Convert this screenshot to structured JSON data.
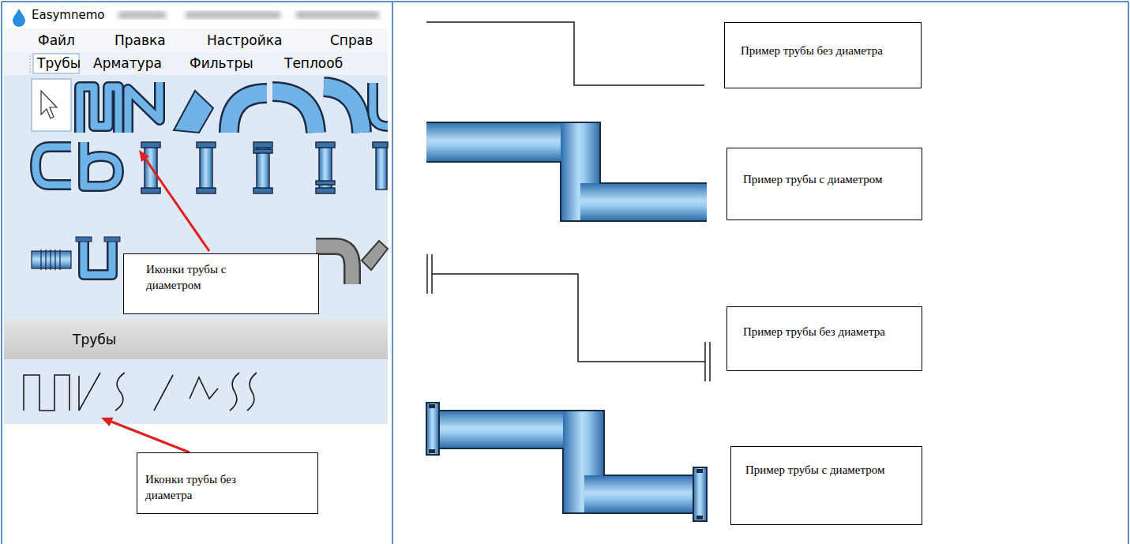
{
  "diagram": {
    "nodes": [
      {
        "text": [
          "Иконки трубы с диаметром"
        ]
      },
      {
        "text": [
          "Иконки трубы без диаметра"
        ]
      },
      {
        "text": [
          "Пример трубы без диаметра"
        ]
      },
      {
        "text": [
          "Пример трубы с диаметром"
        ]
      },
      {
        "text": [
          "Пример трубы без диаметра"
        ]
      },
      {
        "text": [
          "Пример трубы с диаметром"
        ]
      }
    ],
    "labels": [
      "Easymnemo",
      "Файл",
      "Правка",
      "Настройка",
      "Справ",
      "Трубы",
      "Арматура",
      "Фильтры",
      "Теплооб",
      "Трубы"
    ]
  }
}
